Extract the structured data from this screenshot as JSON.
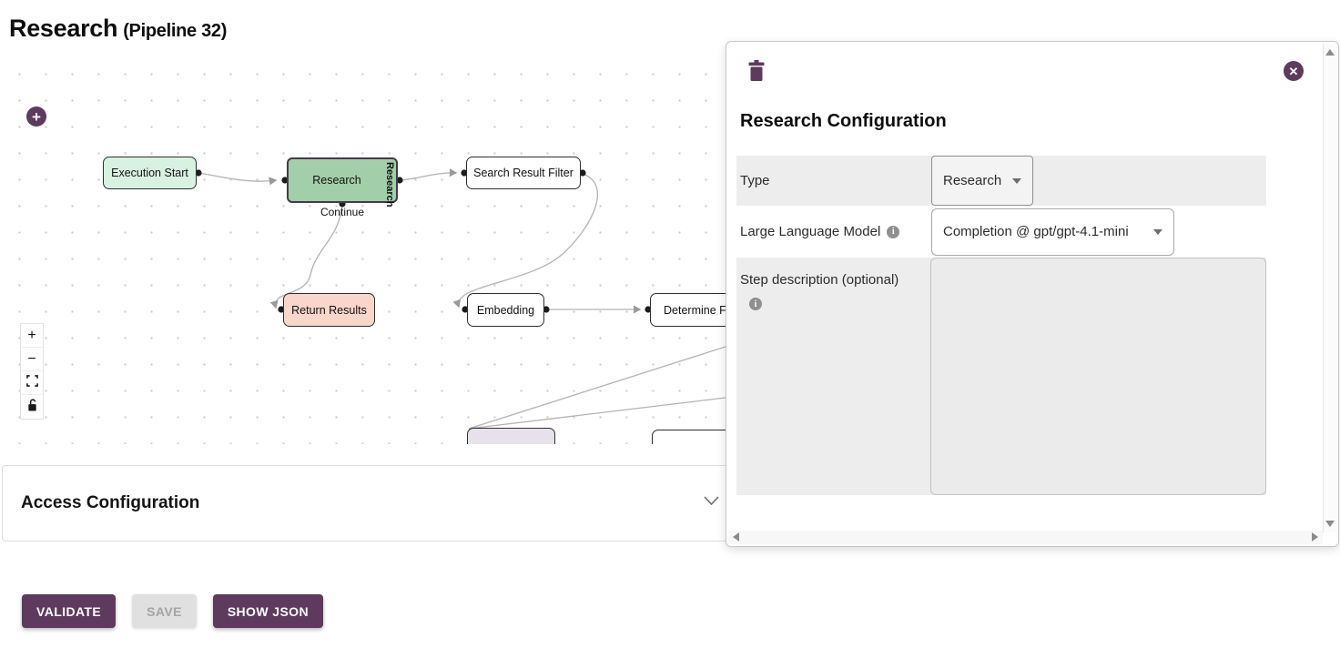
{
  "header": {
    "title": "Research",
    "subtitle": "(Pipeline 32)"
  },
  "canvas": {
    "add_node_label": "+",
    "nodes": [
      {
        "label": "Execution Start"
      },
      {
        "label": "Research",
        "side_label": "Research",
        "bottom_output_label": "Continue"
      },
      {
        "label": "Search Result Filter"
      },
      {
        "label": "Return Results"
      },
      {
        "label": "Embedding"
      },
      {
        "label": "Determine F"
      }
    ],
    "zoom_controls": {
      "zoom_in": "+",
      "zoom_out": "−"
    }
  },
  "access_section": {
    "title": "Access Configuration"
  },
  "footer_actions": [
    {
      "label": "VALIDATE",
      "enabled": true
    },
    {
      "label": "SAVE",
      "enabled": false
    },
    {
      "label": "SHOW JSON",
      "enabled": true
    }
  ],
  "config_panel": {
    "title": "Research Configuration",
    "close_glyph": "✕",
    "type_row": {
      "label": "Type",
      "value": "Research"
    },
    "llm_row": {
      "label": "Large Language Model",
      "value": "Completion @ gpt/gpt-4.1-mini",
      "info": "i"
    },
    "description_row": {
      "label": "Step description (optional)",
      "value": "",
      "info": "i"
    }
  },
  "colors": {
    "accent_purple": "#5d3a5e",
    "node_start_fill": "#d8f2e1",
    "node_selected_fill": "#a2cea9",
    "node_selected_border": "#46384f",
    "node_return_fill": "#f8d6c9",
    "node_cut_fill": "#e7e1eb",
    "edge": "#b3b3b3",
    "row_band": "#ededed"
  }
}
